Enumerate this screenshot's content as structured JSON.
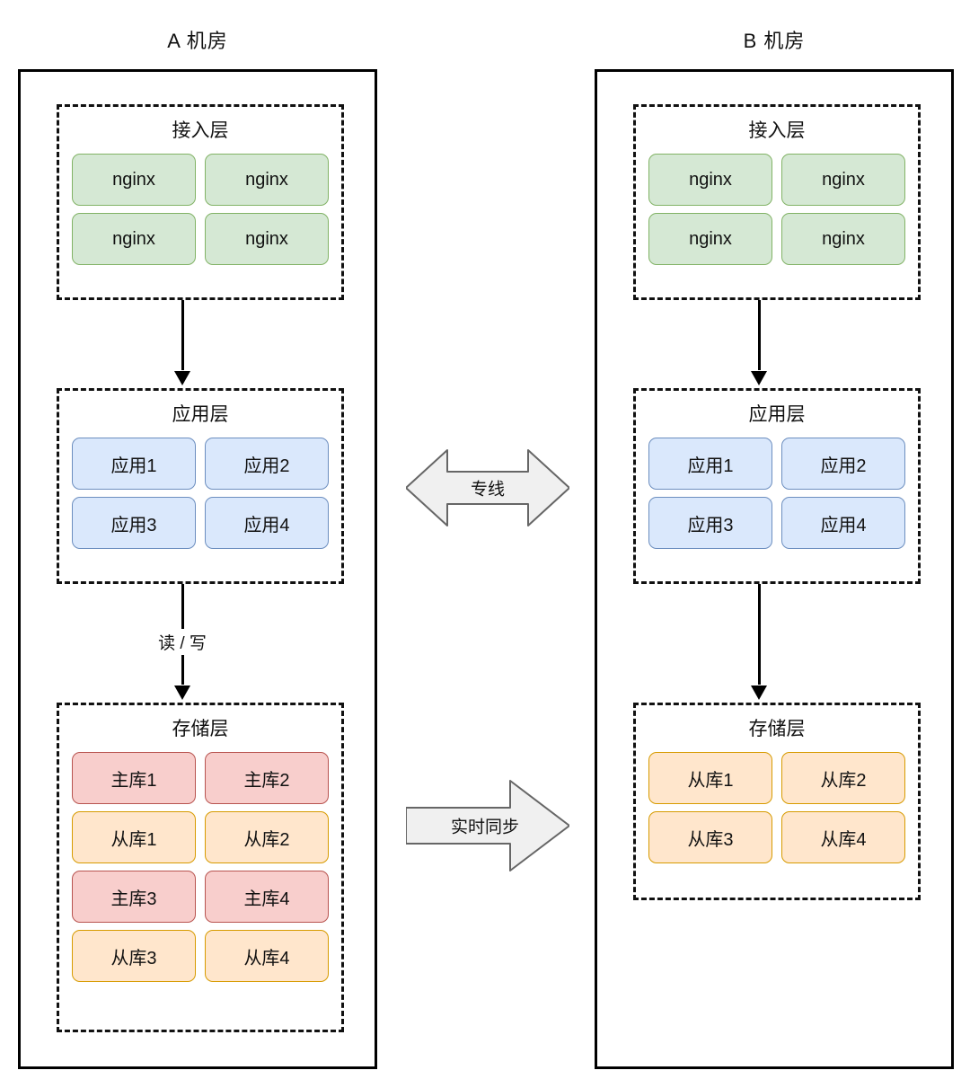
{
  "diagram": {
    "title_left": "A 机房",
    "title_right": "B 机房",
    "datacenters": [
      {
        "id": "dc-a",
        "name": "A 机房",
        "layers": [
          {
            "id": "access",
            "title": "接入层",
            "nodes": [
              {
                "label": "nginx",
                "kind": "nginx"
              },
              {
                "label": "nginx",
                "kind": "nginx"
              },
              {
                "label": "nginx",
                "kind": "nginx"
              },
              {
                "label": "nginx",
                "kind": "nginx"
              }
            ]
          },
          {
            "id": "application",
            "title": "应用层",
            "nodes": [
              {
                "label": "应用1",
                "kind": "app"
              },
              {
                "label": "应用2",
                "kind": "app"
              },
              {
                "label": "应用3",
                "kind": "app"
              },
              {
                "label": "应用4",
                "kind": "app"
              }
            ]
          },
          {
            "id": "storage",
            "title": "存储层",
            "nodes": [
              {
                "label": "主库1",
                "kind": "master"
              },
              {
                "label": "主库2",
                "kind": "master"
              },
              {
                "label": "从库1",
                "kind": "slave"
              },
              {
                "label": "从库2",
                "kind": "slave"
              },
              {
                "label": "主库3",
                "kind": "master"
              },
              {
                "label": "主库4",
                "kind": "master"
              },
              {
                "label": "从库3",
                "kind": "slave"
              },
              {
                "label": "从库4",
                "kind": "slave"
              }
            ]
          }
        ],
        "connectors": [
          {
            "id": "a-access-to-app",
            "label": ""
          },
          {
            "id": "a-app-to-storage",
            "label": "读 / 写"
          }
        ]
      },
      {
        "id": "dc-b",
        "name": "B 机房",
        "layers": [
          {
            "id": "access",
            "title": "接入层",
            "nodes": [
              {
                "label": "nginx",
                "kind": "nginx"
              },
              {
                "label": "nginx",
                "kind": "nginx"
              },
              {
                "label": "nginx",
                "kind": "nginx"
              },
              {
                "label": "nginx",
                "kind": "nginx"
              }
            ]
          },
          {
            "id": "application",
            "title": "应用层",
            "nodes": [
              {
                "label": "应用1",
                "kind": "app"
              },
              {
                "label": "应用2",
                "kind": "app"
              },
              {
                "label": "应用3",
                "kind": "app"
              },
              {
                "label": "应用4",
                "kind": "app"
              }
            ]
          },
          {
            "id": "storage",
            "title": "存储层",
            "nodes": [
              {
                "label": "从库1",
                "kind": "slave"
              },
              {
                "label": "从库2",
                "kind": "slave"
              },
              {
                "label": "从库3",
                "kind": "slave"
              },
              {
                "label": "从库4",
                "kind": "slave"
              }
            ]
          }
        ],
        "connectors": [
          {
            "id": "b-access-to-app",
            "label": ""
          },
          {
            "id": "b-app-to-storage",
            "label": ""
          }
        ]
      }
    ],
    "cross_links": [
      {
        "id": "dedicated-line",
        "label": "专线",
        "direction": "bidirectional"
      },
      {
        "id": "realtime-sync",
        "label": "实时同步",
        "direction": "right"
      }
    ],
    "colors": {
      "nginx_fill": "#d5e8d4",
      "nginx_border": "#82b366",
      "app_fill": "#dae8fc",
      "app_border": "#6c8ebf",
      "master_fill": "#f8cecc",
      "master_border": "#b85450",
      "slave_fill": "#ffe6cc",
      "slave_border": "#d79b00",
      "outline": "#000000",
      "arrow_fill": "#f0f0f0",
      "arrow_border": "#666666"
    }
  }
}
